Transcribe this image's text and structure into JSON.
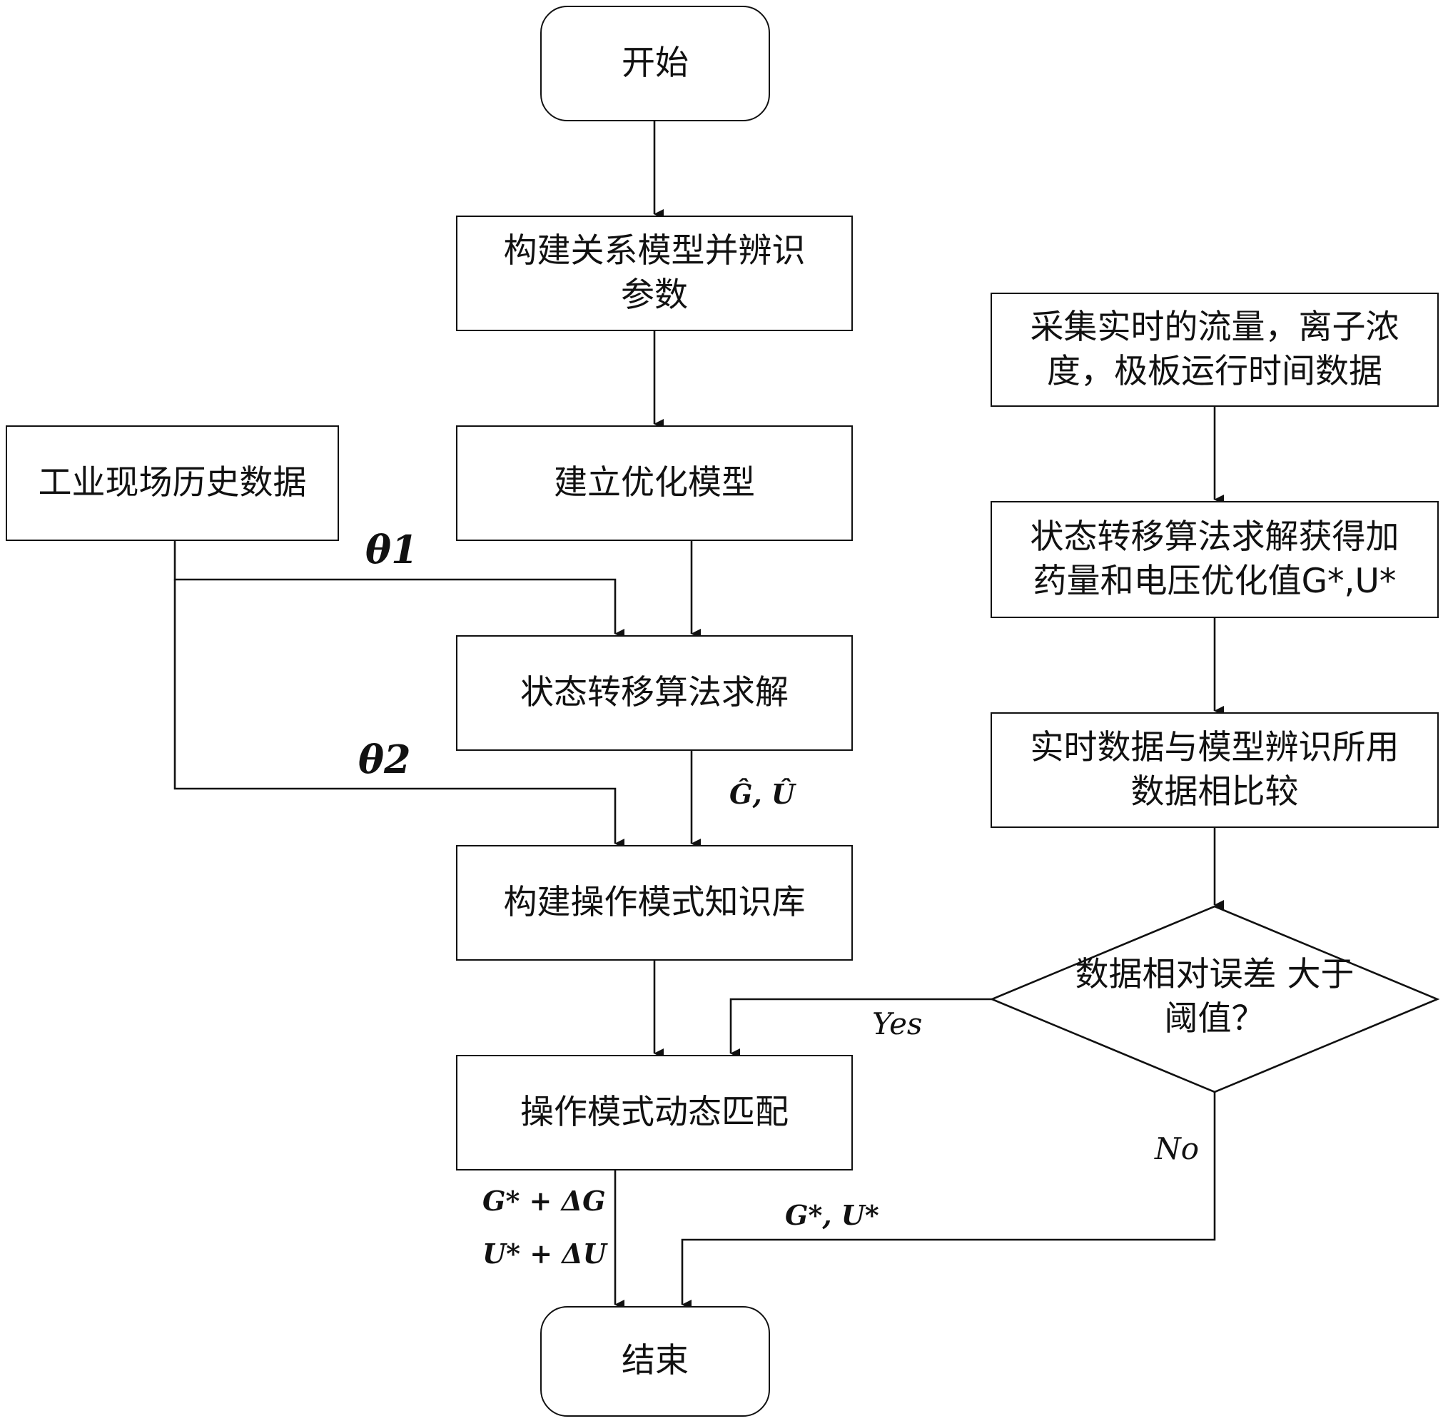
{
  "nodes": {
    "start": "开始",
    "build_model": "构建关系模型并辨识\n参数",
    "opt_model": "建立优化模型",
    "history": "工业现场历史数据",
    "solve": "状态转移算法求解",
    "kb": "构建操作模式知识库",
    "match": "操作模式动态匹配",
    "end": "结束",
    "collect": "采集实时的流量，离子浓\n度，极板运行时间数据",
    "solve2": "状态转移算法求解获得加\n药量和电压优化值G*,U*",
    "compare": "实时数据与模型辨识所用\n数据相比较",
    "decision": "数据相对误差\n大于阈值？"
  },
  "labels": {
    "theta1": "θ1",
    "theta2": "θ2",
    "ghat_uhat": "Ĝ, Û",
    "g_delta": "G* + ΔG",
    "u_delta": "U* + ΔU",
    "g_u_star": "G*, U*",
    "yes": "Yes",
    "no": "No"
  }
}
